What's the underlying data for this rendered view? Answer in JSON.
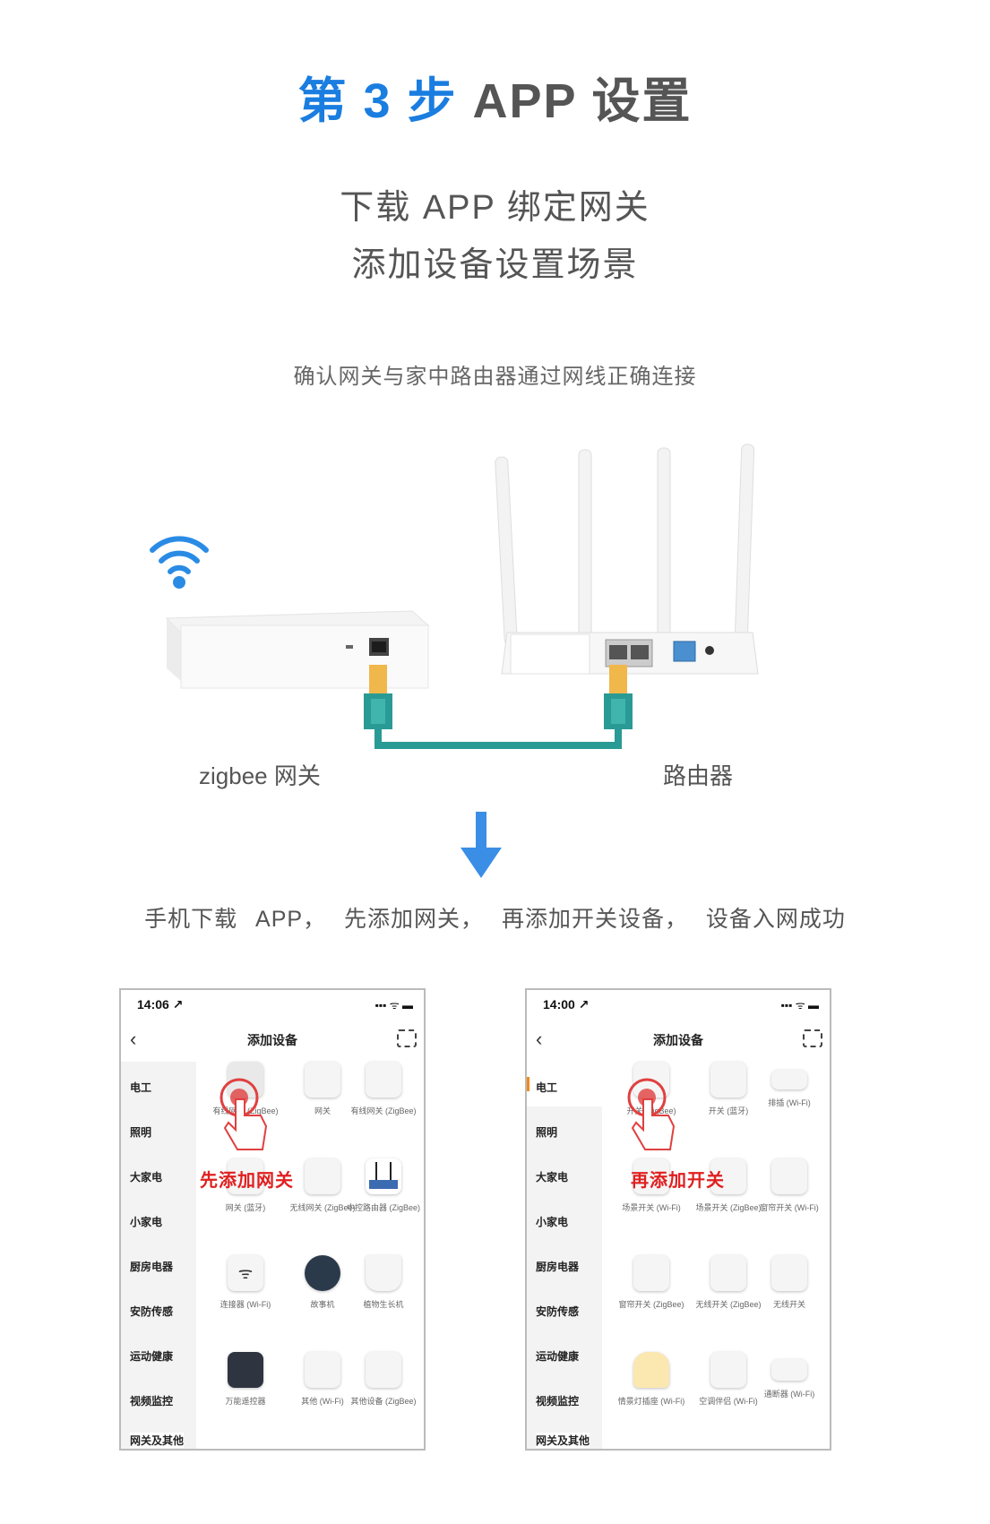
{
  "title": {
    "prefix": "第 3 步",
    "suffix": "APP 设置"
  },
  "subtitle": {
    "line1": "下载 APP 绑定网关",
    "line2": "添加设备设置场景"
  },
  "note": "确认网关与家中路由器通过网线正确连接",
  "labels": {
    "gateway": "zigbee 网关",
    "router": "路由器"
  },
  "steps_caption": "手机下载 APP， 先添加网关， 再添加开关设备， 设备入网成功",
  "phone1": {
    "time": "14:06 ↗",
    "status_icons": "▪▪▪ ᯤ ▬",
    "nav_title": "添加设备",
    "back": "‹",
    "sidebar": [
      "电工",
      "照明",
      "大家电",
      "小家电",
      "厨房电器",
      "安防传感",
      "运动健康",
      "视频监控",
      "网关及其他"
    ],
    "devices": [
      {
        "name": "有线网关 (ZigBee)"
      },
      {
        "name": "网关"
      },
      {
        "name": "有线网关 (ZigBee)"
      },
      {
        "name": "网关 (蓝牙)"
      },
      {
        "name": "无线网关 (ZigBee)"
      },
      {
        "name": "中控路由器 (ZigBee)"
      },
      {
        "name": "连接器 (Wi-Fi)"
      },
      {
        "name": "故事机"
      },
      {
        "name": "植物生长机"
      },
      {
        "name": "万能遥控器"
      },
      {
        "name": "其他 (Wi-Fi)"
      },
      {
        "name": "其他设备 (ZigBee)"
      }
    ],
    "promo": "先添加网关"
  },
  "phone2": {
    "time": "14:00 ↗",
    "status_icons": "▪▪▪ ᯤ ▬",
    "nav_title": "添加设备",
    "back": "‹",
    "sidebar": [
      "电工",
      "照明",
      "大家电",
      "小家电",
      "厨房电器",
      "安防传感",
      "运动健康",
      "视频监控",
      "网关及其他"
    ],
    "devices": [
      {
        "name": "开关 (ZigBee)"
      },
      {
        "name": "开关 (蓝牙)"
      },
      {
        "name": "排插 (Wi-Fi)"
      },
      {
        "name": "场景开关 (Wi-Fi)"
      },
      {
        "name": "场景开关 (ZigBee)"
      },
      {
        "name": "窗帘开关 (Wi-Fi)"
      },
      {
        "name": "窗帘开关 (ZigBee)"
      },
      {
        "name": "无线开关 (ZigBee)"
      },
      {
        "name": "无线开关"
      },
      {
        "name": "情景灯插座 (Wi-Fi)"
      },
      {
        "name": "空调伴侣 (Wi-Fi)"
      },
      {
        "name": "通断器 (Wi-Fi)"
      }
    ],
    "promo": "再添加开关"
  },
  "colors": {
    "accent_blue": "#1a7de0",
    "promo_red": "#e02020",
    "cable_teal": "#2a9a95",
    "active_orange": "#f08a1a"
  }
}
